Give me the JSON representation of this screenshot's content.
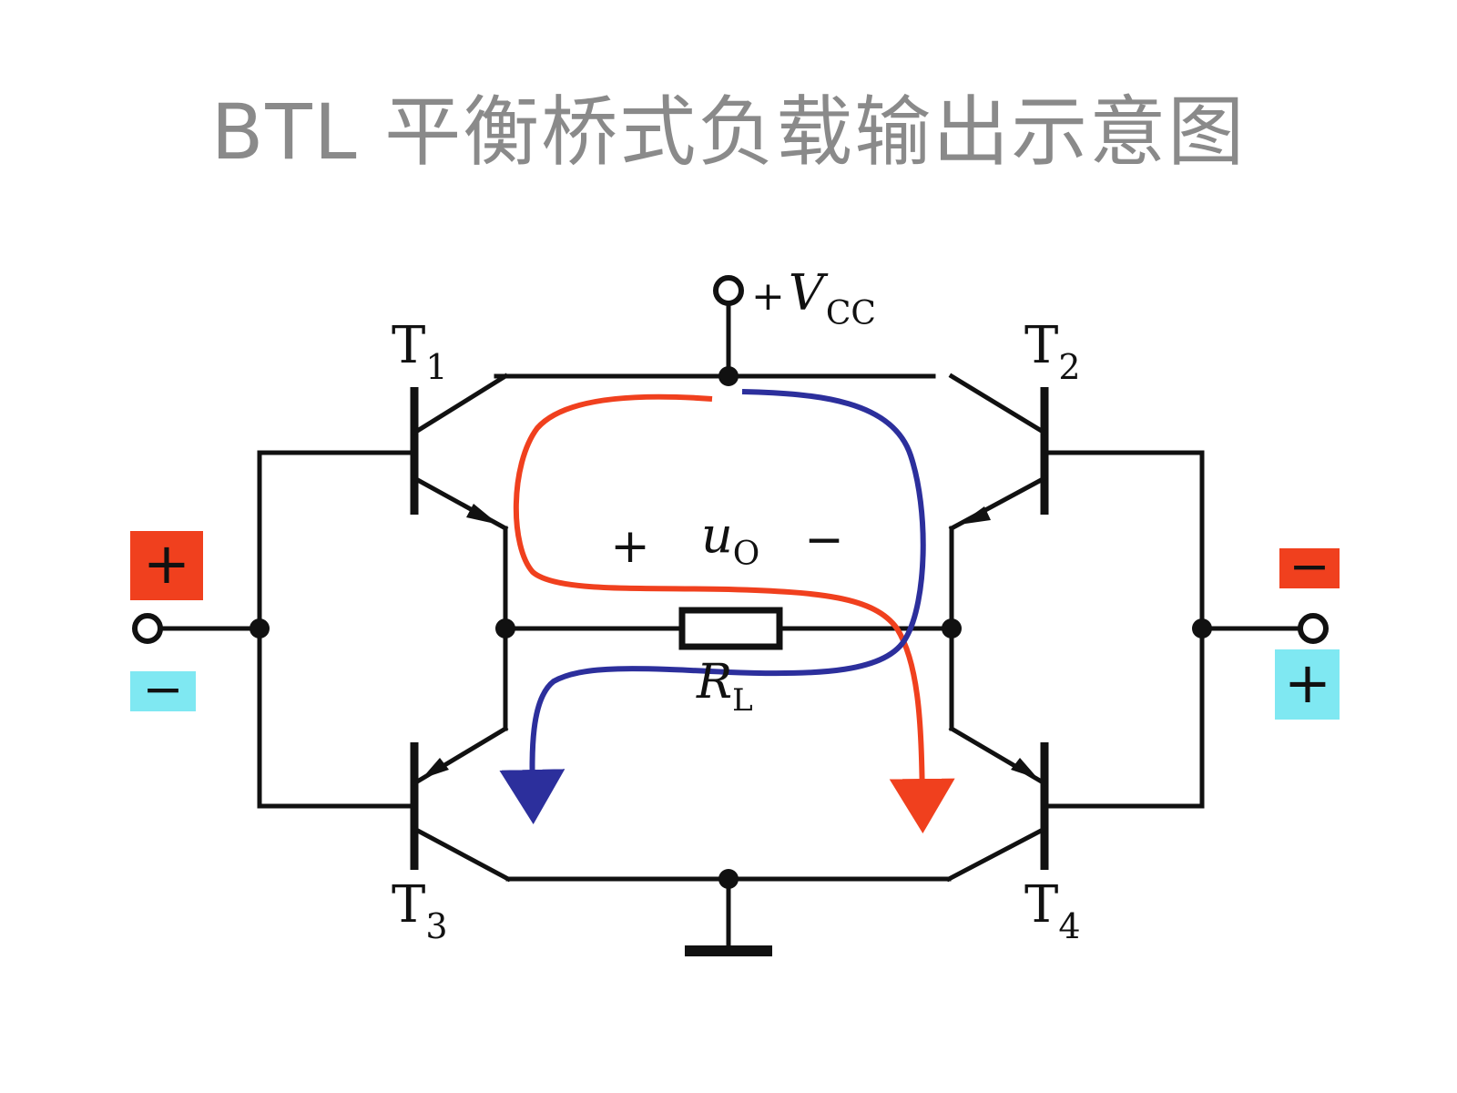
{
  "title": "BTL 平衡桥式负载输出示意图",
  "vcc": {
    "prefix": "+",
    "symbol": "V",
    "subscript": "CC"
  },
  "transistors": [
    {
      "letter": "T",
      "sub": "1"
    },
    {
      "letter": "T",
      "sub": "2"
    },
    {
      "letter": "T",
      "sub": "3"
    },
    {
      "letter": "T",
      "sub": "4"
    }
  ],
  "load": {
    "letter": "R",
    "sub": "L"
  },
  "output": {
    "letter": "u",
    "sub": "O",
    "plus": "+",
    "minus": "−"
  },
  "input_left": {
    "top": "+",
    "bottom": "−"
  },
  "input_right": {
    "top": "−",
    "bottom": "+"
  },
  "colors": {
    "red": "#f0401e",
    "blue": "#2c2f9c",
    "cyan": "#7fe8f2",
    "wire": "#111111",
    "title": "#8a8a8a"
  }
}
